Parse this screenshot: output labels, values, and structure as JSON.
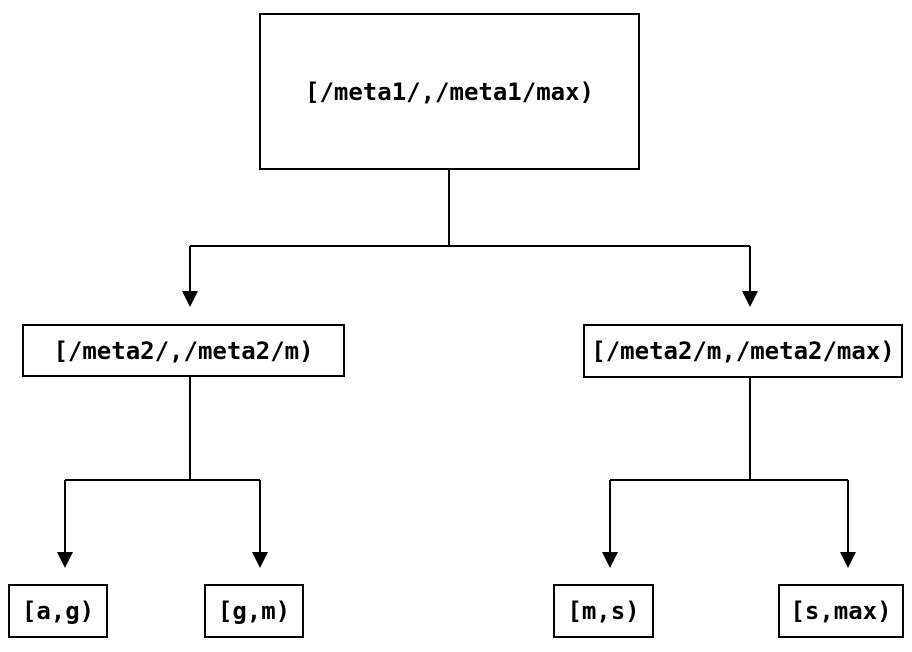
{
  "diagram": {
    "type": "binary-tree",
    "root": {
      "label": "[/meta1/,/meta1/max)"
    },
    "level1": [
      {
        "label": "[/meta2/,/meta2/m)"
      },
      {
        "label": "[/meta2/m,/meta2/max)"
      }
    ],
    "leaves": [
      {
        "label": "[a,g)"
      },
      {
        "label": "[g,m)"
      },
      {
        "label": "[m,s)"
      },
      {
        "label": "[s,max)"
      }
    ],
    "edges": [
      {
        "from": "root",
        "to": "level1.0"
      },
      {
        "from": "root",
        "to": "level1.1"
      },
      {
        "from": "level1.0",
        "to": "leaves.0"
      },
      {
        "from": "level1.0",
        "to": "leaves.1"
      },
      {
        "from": "level1.1",
        "to": "leaves.2"
      },
      {
        "from": "level1.1",
        "to": "leaves.3"
      }
    ],
    "colors": {
      "background": "#ffffff",
      "box_fill": "#ffffff",
      "box_border": "#000000",
      "line": "#000000",
      "text": "#000000"
    }
  }
}
